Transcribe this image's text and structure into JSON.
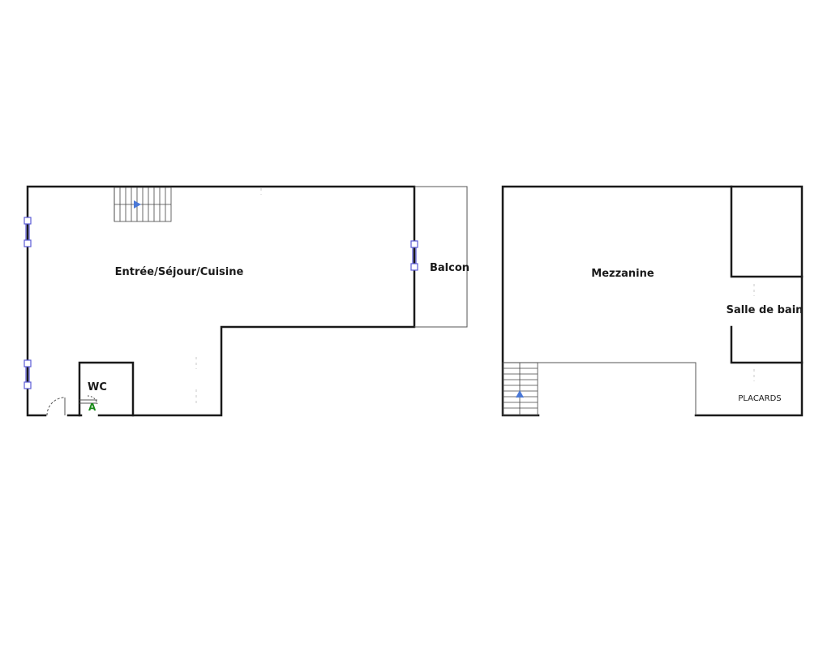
{
  "ground_floor": {
    "main_room": "Entrée/Séjour/Cuisine",
    "balcony": "Balcon",
    "wc": "WC",
    "marker": "A"
  },
  "upper_floor": {
    "mezzanine": "Mezzanine",
    "bathroom": "Salle de bain",
    "closets": "PLACARDS"
  },
  "colors": {
    "walls": "#1a1a1a",
    "windows": "#5b5bd6",
    "stair_arrow": "#4a78d6",
    "marker": "#1a8a1a"
  }
}
